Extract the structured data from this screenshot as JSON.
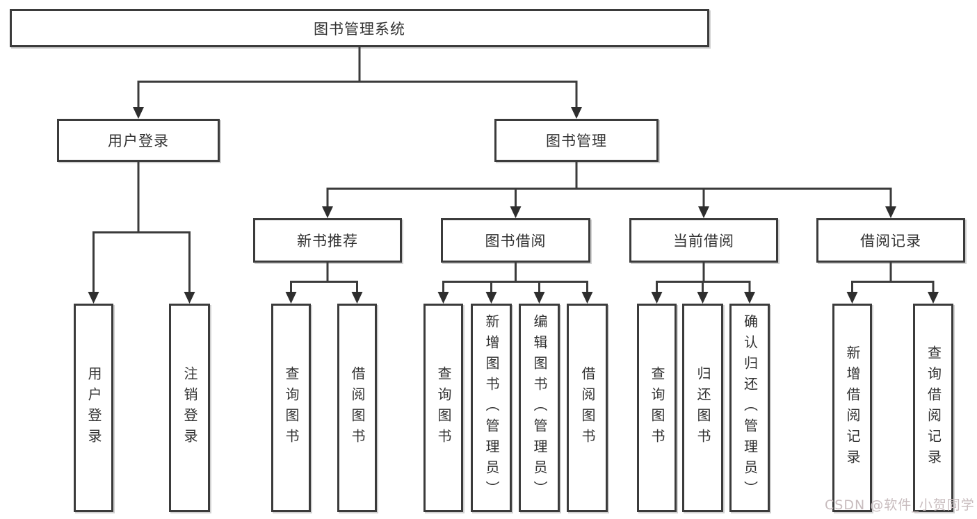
{
  "diagram": {
    "root": "图书管理系统",
    "branches": {
      "user_login": {
        "label": "用户登录",
        "children": {
          "login": "用户登录",
          "logout": "注销登录"
        }
      },
      "book_mgmt": {
        "label": "图书管理",
        "children": {
          "new_book_rec": {
            "label": "新书推荐",
            "children": {
              "query_book": "查询图书",
              "borrow_book": "借阅图书"
            }
          },
          "book_borrow": {
            "label": "图书借阅",
            "children": {
              "query_book": "查询图书",
              "add_book": "新增图书（管理员）",
              "edit_book": "编辑图书（管理员）",
              "borrow_book": "借阅图书"
            }
          },
          "current_borrow": {
            "label": "当前借阅",
            "children": {
              "query_book": "查询图书",
              "return_book": "归还图书",
              "confirm_return": "确认归还（管理员）"
            }
          },
          "borrow_records": {
            "label": "借阅记录",
            "children": {
              "add_record": "新增借阅记录",
              "query_record": "查询借阅记录"
            }
          }
        }
      }
    }
  },
  "watermark": "CSDN @软件_小贺同学",
  "colors": {
    "line": "#3b3b3b",
    "text": "#323232",
    "watermark": "#c8bcbe",
    "background": "#ffffff"
  }
}
